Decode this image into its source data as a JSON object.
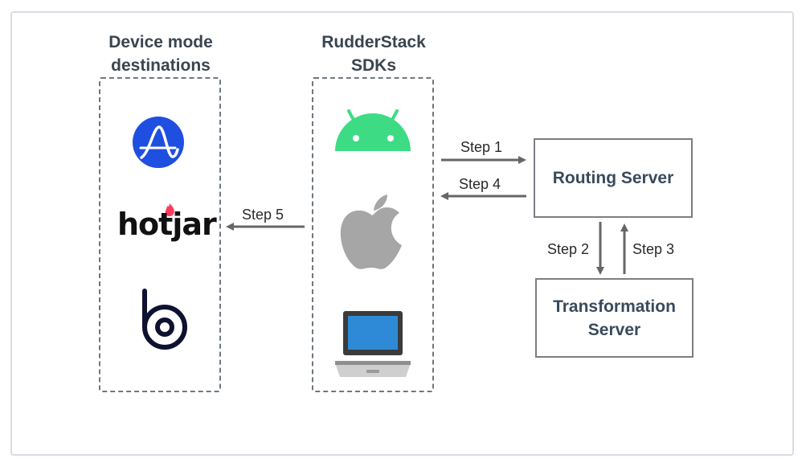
{
  "columns": {
    "device_mode": {
      "title_line1": "Device mode",
      "title_line2": "destinations"
    },
    "sdks": {
      "title_line1": "RudderStack",
      "title_line2": "SDKs"
    }
  },
  "servers": {
    "routing": "Routing Server",
    "transformation_line1": "Transformation",
    "transformation_line2": "Server"
  },
  "steps": {
    "step1": "Step 1",
    "step2": "Step 2",
    "step3": "Step 3",
    "step4": "Step 4",
    "step5": "Step 5"
  },
  "logos": {
    "hotjar": "hotjar",
    "destination_icons": [
      "amplitude-icon",
      "hotjar-logo",
      "braze-icon"
    ],
    "sdk_icons": [
      "android-icon",
      "apple-icon",
      "laptop-icon"
    ]
  },
  "colors": {
    "heading": "#3a4550",
    "arrow": "#666666",
    "amplitude_blue": "#1f4fe0",
    "android_green": "#3ddc84",
    "apple_gray": "#a6a6a6",
    "braze_navy": "#0e1230",
    "hotjar_red": "#fd3a5c"
  }
}
